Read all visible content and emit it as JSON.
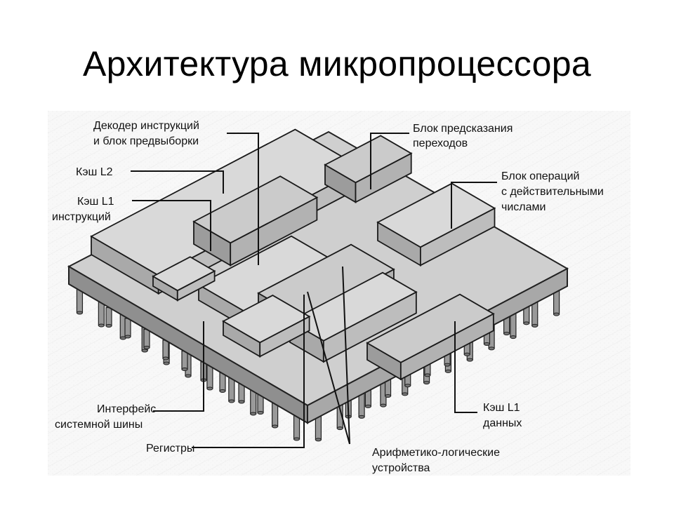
{
  "title": "Архитектура микропроцессора",
  "labels": {
    "decoder": [
      "Декодер инструкций",
      "и блок предвыборки"
    ],
    "branch_predictor": [
      "Блок предсказания",
      "переходов"
    ],
    "l2": [
      "Кэш L2"
    ],
    "fpu": [
      "Блок операций",
      "с действительными",
      "числами"
    ],
    "l1i": [
      "Кэш L1",
      "инструкций"
    ],
    "bus_interface": [
      "Интерфейс",
      "системной шины"
    ],
    "l1d": [
      "Кэш L1",
      "данных"
    ],
    "registers": [
      "Регистры"
    ],
    "alu": [
      "Арифметико-логические",
      "устройства"
    ]
  }
}
